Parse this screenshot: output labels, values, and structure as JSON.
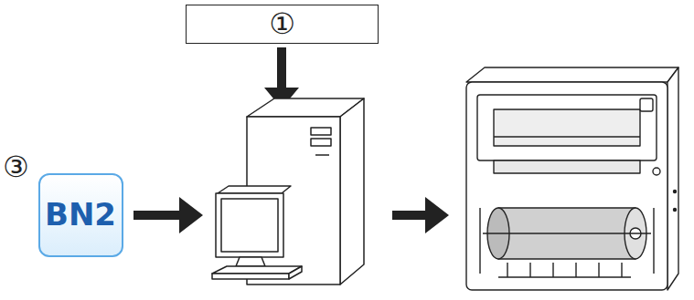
{
  "diagram": {
    "nodes": [
      {
        "text": [
          "①"
        ]
      },
      {
        "text": [
          "BN2"
        ]
      }
    ],
    "labels": [
      "③"
    ]
  }
}
